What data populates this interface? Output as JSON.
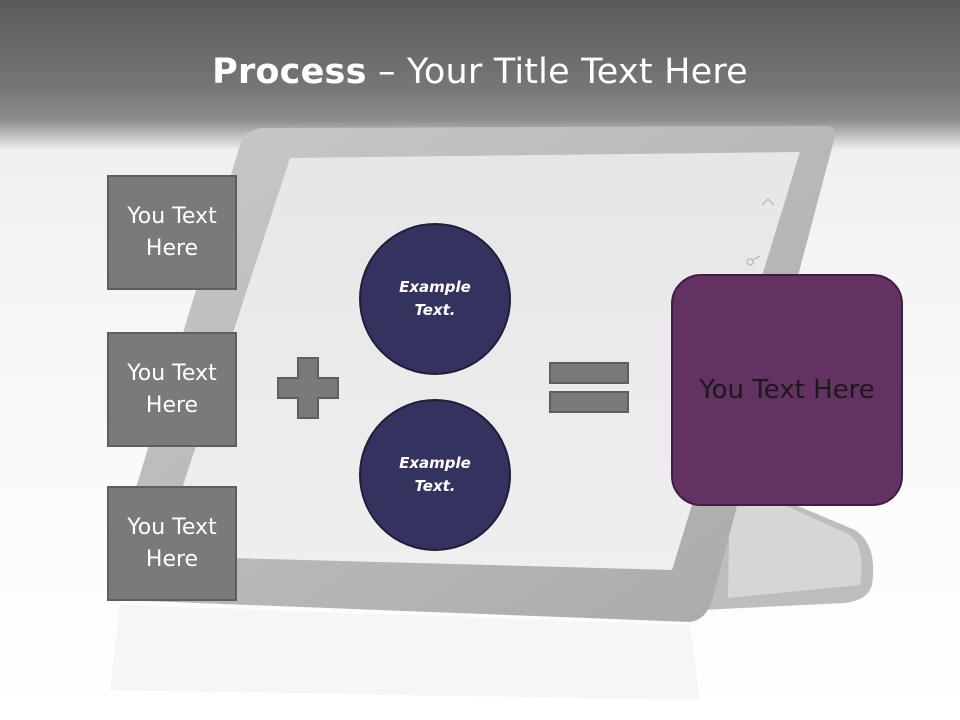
{
  "title": {
    "bold": "Process",
    "rest": " – Your Title Text Here"
  },
  "inputs": [
    {
      "label": "You Text Here"
    },
    {
      "label": "You Text Here"
    },
    {
      "label": "You Text Here"
    }
  ],
  "circles": [
    {
      "label": "Example Text."
    },
    {
      "label": "Example Text."
    }
  ],
  "operators": {
    "plus_icon": "plus-icon",
    "equals_icon": "equals-icon"
  },
  "result": {
    "label": "You Text Here"
  },
  "colors": {
    "box_fill": "#7a7a7a",
    "circle_fill": "#34335f",
    "result_fill": "#643262",
    "operator_fill": "#7a7a7a"
  }
}
